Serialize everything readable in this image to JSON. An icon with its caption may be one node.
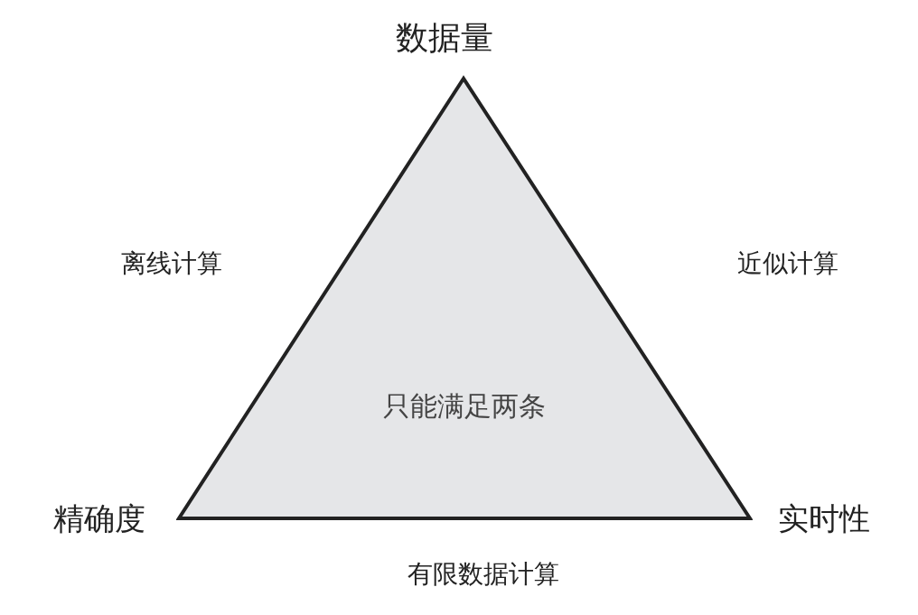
{
  "diagram": {
    "nodes": [
      {
        "text": [
          "只能满足两条"
        ]
      }
    ],
    "labels": [
      "数据量",
      "离线计算",
      "近似计算",
      "精确度",
      "实时性",
      "有限数据计算"
    ]
  }
}
